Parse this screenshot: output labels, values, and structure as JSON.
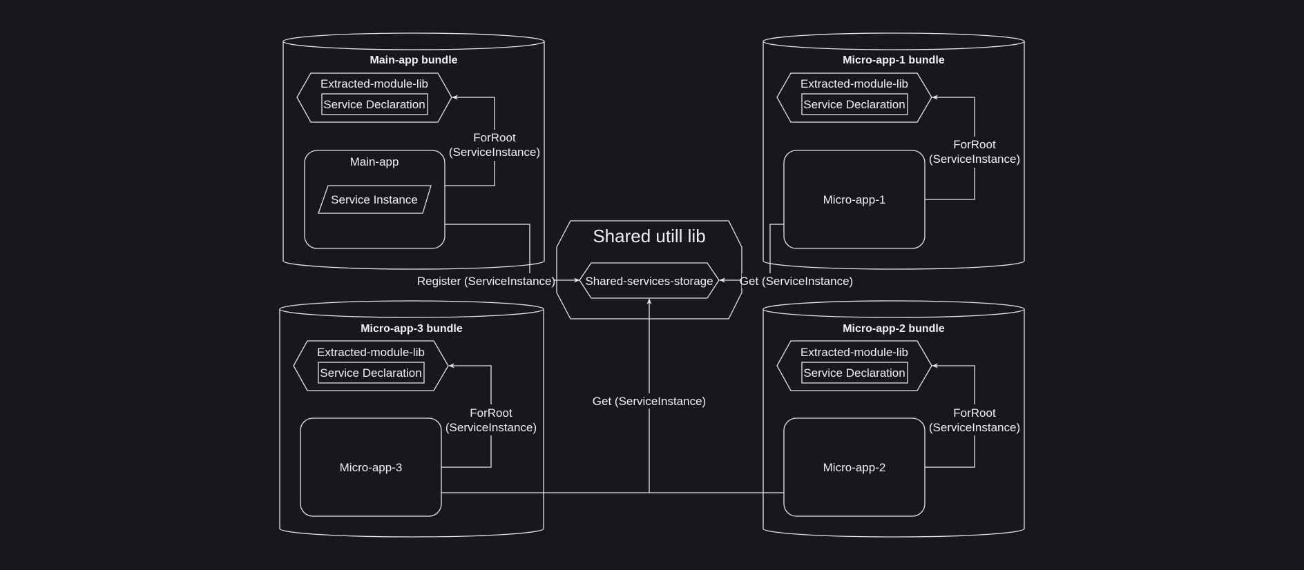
{
  "colors": {
    "background": "#18171d",
    "stroke": "#e6e6e6",
    "text": "#f0f0f0"
  },
  "bundles": {
    "main": {
      "title": "Main-app bundle",
      "lib_label": "Extracted-module-lib",
      "declaration_label": "Service Declaration",
      "app_label": "Main-app",
      "instance_label": "Service Instance",
      "forroot_line1": "ForRoot",
      "forroot_line2": "(ServiceInstance)"
    },
    "micro1": {
      "title": "Micro-app-1 bundle",
      "lib_label": "Extracted-module-lib",
      "declaration_label": "Service Declaration",
      "app_label": "Micro-app-1",
      "forroot_line1": "ForRoot",
      "forroot_line2": "(ServiceInstance)"
    },
    "micro3": {
      "title": "Micro-app-3 bundle",
      "lib_label": "Extracted-module-lib",
      "declaration_label": "Service Declaration",
      "app_label": "Micro-app-3",
      "forroot_line1": "ForRoot",
      "forroot_line2": "(ServiceInstance)"
    },
    "micro2": {
      "title": "Micro-app-2 bundle",
      "lib_label": "Extracted-module-lib",
      "declaration_label": "Service Declaration",
      "app_label": "Micro-app-2",
      "forroot_line1": "ForRoot",
      "forroot_line2": "(ServiceInstance)"
    }
  },
  "shared": {
    "title": "Shared utill lib",
    "storage_label": "Shared-services-storage"
  },
  "edges": {
    "register": "Register (ServiceInstance)",
    "get_right": "Get (ServiceInstance)",
    "get_bottom": "Get (ServiceInstance)"
  }
}
